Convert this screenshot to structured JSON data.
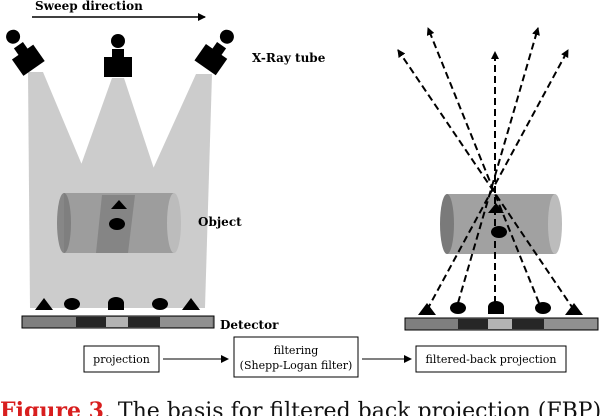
{
  "labels": {
    "sweep_direction": "Sweep direction",
    "xray_tube": "X-Ray tube",
    "object": "Object",
    "detector": "Detector"
  },
  "flow": {
    "step1": "projection",
    "step2_line1": "filtering",
    "step2_line2": "(Shepp-Logan filter)",
    "step3": "filtered-back projection"
  },
  "caption": {
    "label": "Figure 3",
    "text": ". The basis for filtered back projection (FBP) is the"
  },
  "colors": {
    "beam": "#c8c8c8",
    "cylinder": "#8a8a8a",
    "cylinder_end": "#b9b9b9",
    "detector_light": "#7f7f7f",
    "detector_dark": "#262626",
    "detector_mid": "#b3b3b3",
    "caption_label": "#d81e1e"
  }
}
